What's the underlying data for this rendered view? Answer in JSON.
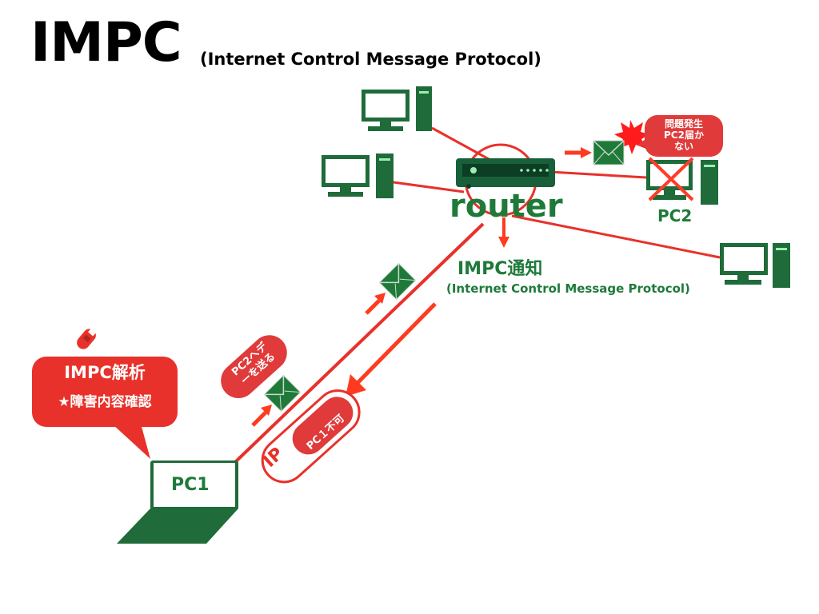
{
  "title": "IMPC",
  "subtitle": "(Internet Control Message Protocol)",
  "router": {
    "label": "router"
  },
  "pc1": {
    "label": "PC1"
  },
  "pc2": {
    "label": "PC2"
  },
  "notification": {
    "label": "IMPC通知",
    "sublabel": "(Internet Control Message Protocol)"
  },
  "analysis_bubble": {
    "title": "IMPC解析",
    "detail": "★障害内容確認"
  },
  "error_bubble": {
    "lines": [
      "問題発生",
      "PC2届か",
      "ない"
    ]
  },
  "send_pill": {
    "line1": "PC2へデ",
    "line2": "ーを送る"
  },
  "ip_pill": {
    "label": "IP",
    "inner": "PC１不可"
  },
  "colors": {
    "accent_red": "#e8312a",
    "dark_green": "#1f6b3a",
    "monitor_green": "#1f7a3a",
    "badge_red": "#e03a3a"
  },
  "icons": [
    "desktop-pc-icon",
    "router-icon",
    "envelope-icon",
    "laptop-icon",
    "explosion-icon",
    "cross-icon",
    "arrow-icon",
    "wrench-icon"
  ]
}
